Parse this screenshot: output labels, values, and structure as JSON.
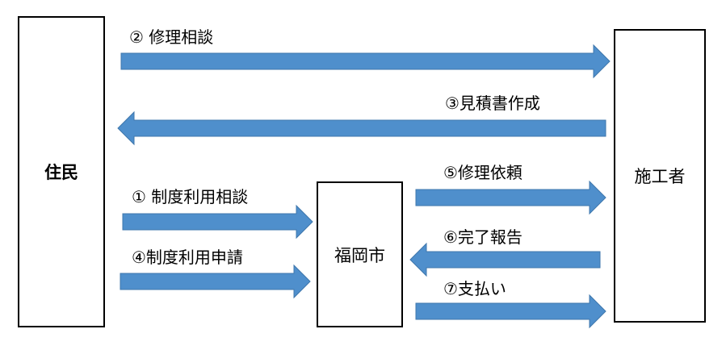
{
  "colors": {
    "arrow": "#4f8fcc",
    "arrow_edge": "#3f77ac",
    "border": "#000000"
  },
  "nodes": {
    "resident": "住民",
    "contractor": "施工者",
    "city": "福岡市"
  },
  "steps": [
    {
      "label": "② 修理相談",
      "from": "resident",
      "to": "contractor"
    },
    {
      "label": "③見積書作成",
      "from": "contractor",
      "to": "resident"
    },
    {
      "label": "① 制度利用相談",
      "from": "resident",
      "to": "city"
    },
    {
      "label": "④制度利用申請",
      "from": "resident",
      "to": "city"
    },
    {
      "label": "⑤修理依頼",
      "from": "city",
      "to": "contractor"
    },
    {
      "label": "⑥完了報告",
      "from": "contractor",
      "to": "city"
    },
    {
      "label": "⑦支払い",
      "from": "city",
      "to": "contractor"
    }
  ]
}
